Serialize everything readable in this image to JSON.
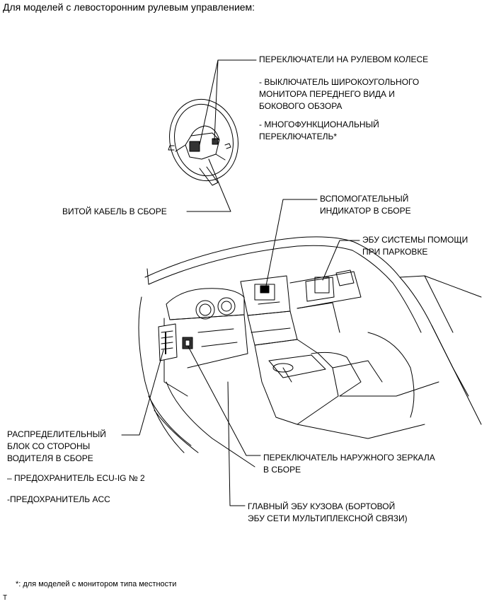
{
  "header": "Для моделей с левосторонним рулевым управлением:",
  "labels": {
    "steering_switches": "ПЕРЕКЛЮЧАТЕЛИ НА РУЛЕВОМ КОЛЕСЕ",
    "wide_view_switch_1": "- ВЫКЛЮЧАТЕЛЬ ШИРОКОУГОЛЬНОГО",
    "wide_view_switch_2": "МОНИТОРА ПЕРЕДНЕГО ВИДА И",
    "wide_view_switch_3": "БОКОВОГО ОБЗОРА",
    "multi_switch_1": "- МНОГОФУНКЦИОНАЛЬНЫЙ",
    "multi_switch_2": "ПЕРЕКЛЮЧАТЕЛЬ*",
    "spiral_cable": "ВИТОЙ КАБЕЛЬ В СБОРЕ",
    "aux_indicator_1": "ВСПОМОГАТЕЛЬНЫЙ",
    "aux_indicator_2": "ИНДИКАТОР В СБОРЕ",
    "parking_ecu_1": "ЭБУ СИСТЕМЫ ПОМОЩИ",
    "parking_ecu_2": "ПРИ ПАРКОВКЕ",
    "junction_block_1": "РАСПРЕДЕЛИТЕЛЬНЫЙ",
    "junction_block_2": "БЛОК СО СТОРОНЫ",
    "junction_block_3": "ВОДИТЕЛЯ В СБОРЕ",
    "fuse_ecu_ig": "– ПРЕДОХРАНИТЕЛЬ ECU-IG № 2",
    "fuse_acc": "-ПРЕДОХРАНИТЕЛЬ ACC",
    "mirror_switch_1": "ПЕРЕКЛЮЧАТЕЛЬ НАРУЖНОГО ЗЕРКАЛА",
    "mirror_switch_2": "В СБОРЕ",
    "main_body_ecu_1": "ГЛАВНЫЙ ЭБУ КУЗОВА (БОРТОВОЙ",
    "main_body_ecu_2": "ЭБУ СЕТИ МУЛЬТИПЛЕКСНОЙ СВЯЗИ)"
  },
  "footnote": "*: для моделей с монитором типа местности",
  "figure_code": "T"
}
